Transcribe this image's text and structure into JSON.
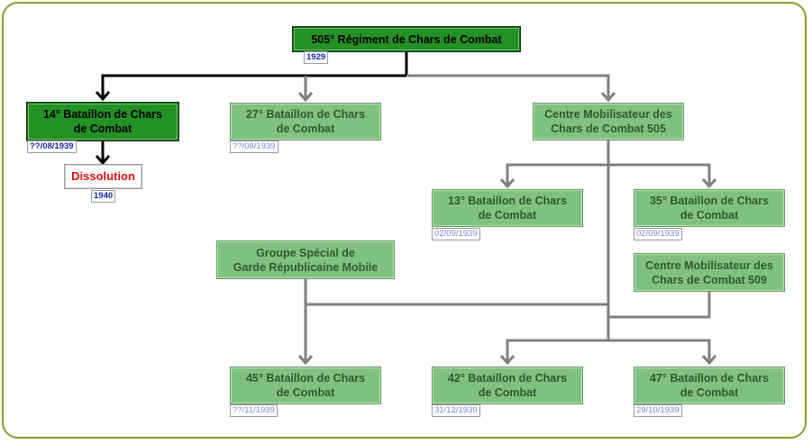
{
  "colors": {
    "frame_border": "#8f9a2a",
    "active_fill": "#249124",
    "faded_fill": "#7fc27f",
    "dissolution_text": "#e01010",
    "date_dark": "#1a2aa8",
    "date_light": "#7a86d0",
    "line_black": "#000000",
    "line_gray": "#808080"
  },
  "nodes": {
    "rgt505": {
      "label": "505° Régiment de Chars de Combat",
      "date": "1929"
    },
    "bcc14": {
      "label_line1": "14° Bataillon de Chars",
      "label_line2": "de Combat",
      "date": "??/08/1939"
    },
    "dissolution": {
      "label": "Dissolution",
      "date": "1940"
    },
    "bcc27": {
      "label_line1": "27° Bataillon de Chars",
      "label_line2": "de Combat",
      "date": "??/08/1939"
    },
    "cm505": {
      "label_line1": "Centre Mobilisateur des",
      "label_line2": "Chars de Combat 505"
    },
    "bcc13": {
      "label_line1": "13° Bataillon de Chars",
      "label_line2": "de Combat",
      "date": "02/09/1939"
    },
    "bcc35": {
      "label_line1": "35° Bataillon de Chars",
      "label_line2": "de Combat",
      "date": "02/09/1939"
    },
    "gsgrm": {
      "label_line1": "Groupe Spécial de",
      "label_line2": "Garde Républicaine Mobile"
    },
    "cm509": {
      "label_line1": "Centre Mobilisateur des",
      "label_line2": "Chars de Combat 509"
    },
    "bcc45": {
      "label_line1": "45° Bataillon de Chars",
      "label_line2": "de Combat",
      "date": "??/11/1939"
    },
    "bcc42": {
      "label_line1": "42° Bataillon de Chars",
      "label_line2": "de Combat",
      "date": "31/12/1939"
    },
    "bcc47": {
      "label_line1": "47° Bataillon de Chars",
      "label_line2": "de Combat",
      "date": "29/10/1939"
    }
  }
}
